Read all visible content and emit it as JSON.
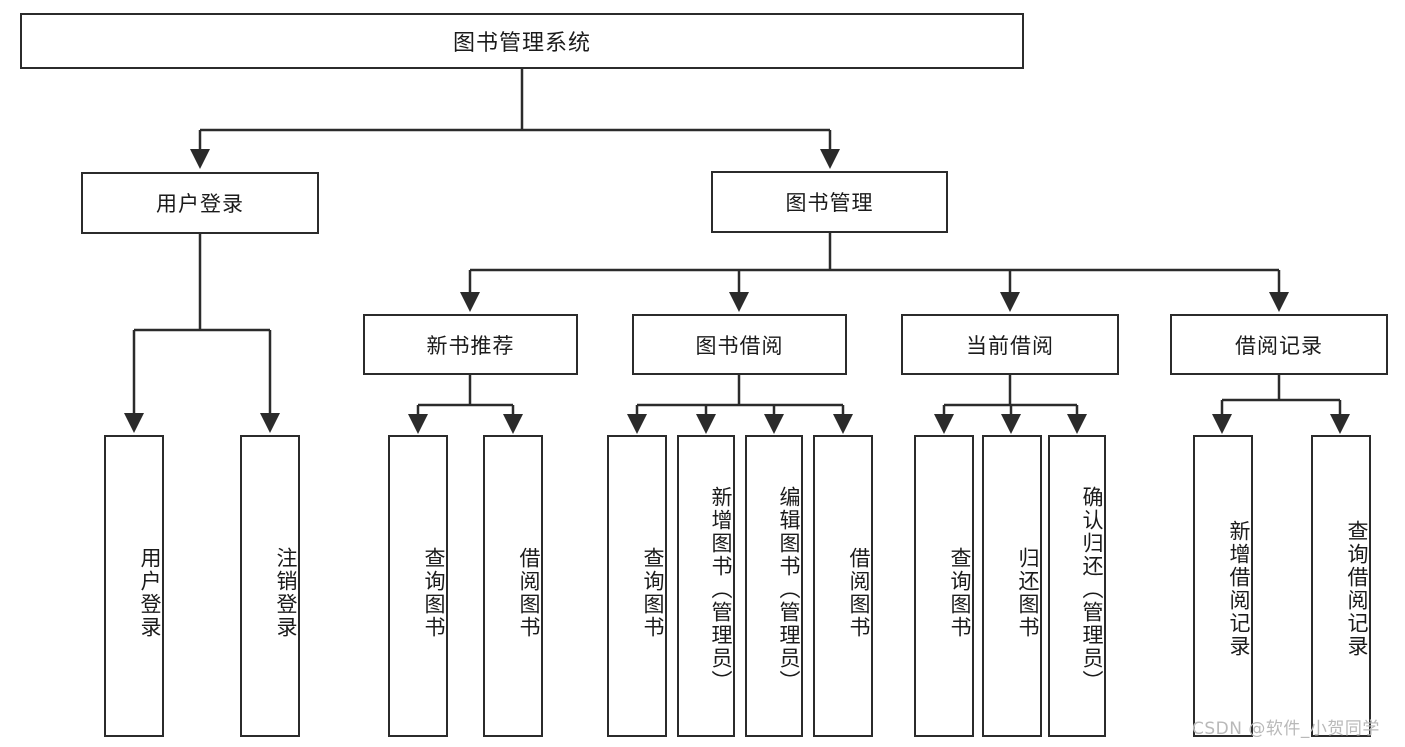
{
  "diagram": {
    "title": "图书管理系统",
    "type": "hierarchy-tree",
    "root": {
      "label": "图书管理系统"
    },
    "level1": [
      {
        "label": "用户登录"
      },
      {
        "label": "图书管理"
      }
    ],
    "level2": [
      {
        "label": "新书推荐"
      },
      {
        "label": "图书借阅"
      },
      {
        "label": "当前借阅"
      },
      {
        "label": "借阅记录"
      }
    ],
    "leaves": {
      "user_login": [
        {
          "label": "用户登录"
        },
        {
          "label": "注销登录"
        }
      ],
      "new_book_recommend": [
        {
          "label": "查询图书"
        },
        {
          "label": "借阅图书"
        }
      ],
      "book_borrow": [
        {
          "label": "查询图书"
        },
        {
          "label": "新增图书（管理员）"
        },
        {
          "label": "编辑图书（管理员）"
        },
        {
          "label": "借阅图书"
        }
      ],
      "current_borrow": [
        {
          "label": "查询图书"
        },
        {
          "label": "归还图书"
        },
        {
          "label": "确认归还（管理员）"
        }
      ],
      "borrow_record": [
        {
          "label": "新增借阅记录"
        },
        {
          "label": "查询借阅记录"
        }
      ]
    }
  },
  "watermark": {
    "text": "CSDN @软件_小贺同学"
  },
  "colors": {
    "stroke": "#2b2b2b",
    "fill": "#ffffff",
    "text": "#1b1b1b",
    "watermark": "#b9b9b9"
  }
}
